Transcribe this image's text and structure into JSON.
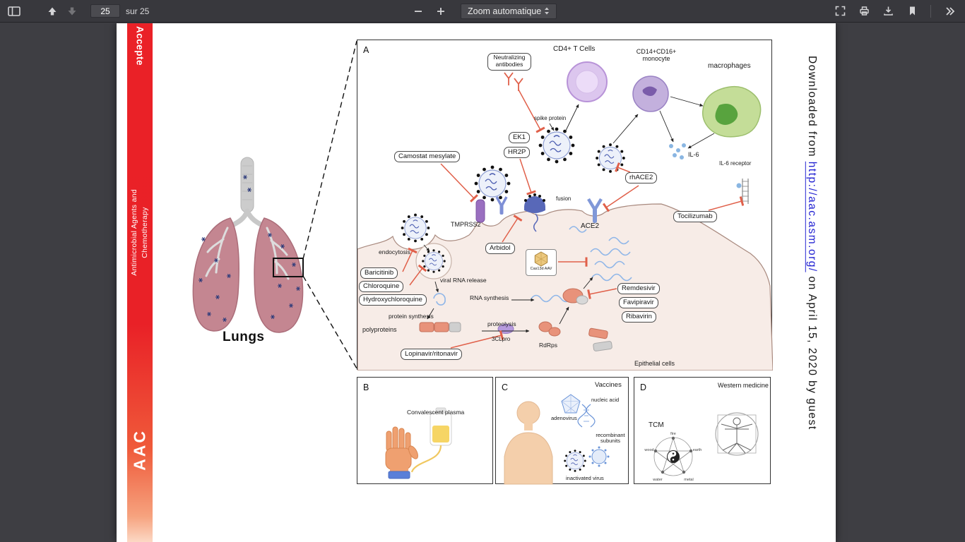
{
  "toolbar": {
    "page_input": "25",
    "page_count": "sur 25",
    "zoom_select": "Zoom automatique"
  },
  "banner": {
    "top": "Accepte",
    "journal_line1": "Antimicrobial Agents and",
    "journal_line2": "Chemotherapy",
    "abbr": "AAC"
  },
  "lungs": {
    "label": "Lungs"
  },
  "panel_a": {
    "tag": "A",
    "labels": {
      "neutralizing_antibodies": "Neutralizing antibodies",
      "cd4": "CD4+ T Cells",
      "cd14": "CD14+CD16+ monocyte",
      "macrophages": "macrophages",
      "spike": "spike protein",
      "ek1": "EK1",
      "hr2p": "HR2P",
      "camostat": "Camostat mesylate",
      "rhace2": "rhACE2",
      "il6": "IL-6",
      "il6r": "IL-6 receptor",
      "tocilizumab": "Tocilizumab",
      "tmprss2": "TMPRSS2",
      "ace2": "ACE2",
      "fusion": "fusion",
      "endocytosis": "endocytosis",
      "arbidol": "Arbidol",
      "cas13d": "Cas13d AAV",
      "baricitinib": "Baricitinib",
      "chloroquine": "Chloroquine",
      "hydroxychloroquine": "Hydroxychloroquine",
      "viral_rna_release": "viral RNA release",
      "rna_synthesis": "RNA synthesis",
      "remdesivir": "Remdesivir",
      "favipiravir": "Favipiravir",
      "ribavirin": "Ribavirin",
      "protein_synthesis": "protein synthesis",
      "polyproteins": "polyproteins",
      "proteolysis": "proteolysis",
      "clpro": "3CLpro",
      "lopinavir": "Lopinavir/ritonavir",
      "rdrps": "RdRps",
      "epithelial": "Epithelial cells"
    }
  },
  "panel_b": {
    "tag": "B",
    "title": "Convalescent plasma"
  },
  "panel_c": {
    "tag": "C",
    "title": "Vaccines",
    "labels": {
      "adenovirus": "adenovirus",
      "nucleic_acid": "nucleic acid",
      "recombinant": "recombinant subunits",
      "inactivated": "inactivated virus"
    }
  },
  "panel_d": {
    "tag": "D",
    "title": "Western medicine",
    "tcm": "TCM",
    "elements": [
      "fire",
      "earth",
      "metal",
      "water",
      "wood"
    ]
  },
  "watermark": {
    "prefix": "Downloaded from ",
    "url": "http://aac.asm.org/",
    "suffix": " on April 15, 2020 by guest"
  },
  "colors": {
    "banner_red": "#e92127",
    "inhibition_line": "#e0604a",
    "link_blue": "#2323d2"
  }
}
